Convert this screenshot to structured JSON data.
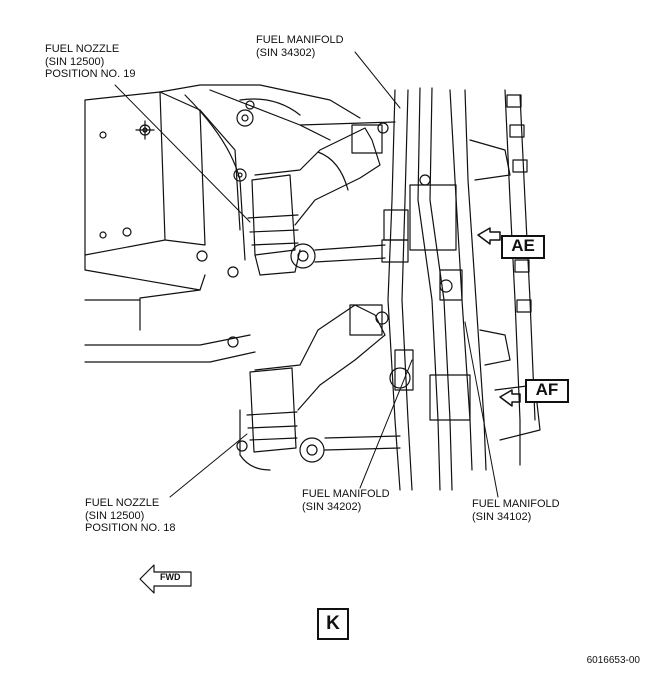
{
  "labels": {
    "nozzle_19": [
      "FUEL NOZZLE",
      "(SIN 12500)",
      "POSITION NO. 19"
    ],
    "manifold_34302": [
      "FUEL MANIFOLD",
      "(SIN 34302)"
    ],
    "nozzle_18": [
      "FUEL NOZZLE",
      "(SIN 12500)",
      "POSITION NO. 18"
    ],
    "manifold_34202": [
      "FUEL MANIFOLD",
      "(SIN 34202)"
    ],
    "manifold_34102": [
      "FUEL MANIFOLD",
      "(SIN 34102)"
    ]
  },
  "callouts": {
    "ae": "AE",
    "af": "AF"
  },
  "direction": "FWD",
  "view": "K",
  "figure_id": "6016653-00"
}
